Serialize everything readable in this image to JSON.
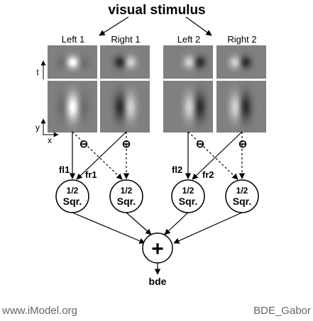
{
  "title": "visual stimulus",
  "columns": [
    {
      "label": "Left 1",
      "type": "even",
      "sign": 1,
      "shift": 0
    },
    {
      "label": "Right 1",
      "type": "odd",
      "sign": 1,
      "shift": 0
    },
    {
      "label": "Left 2",
      "type": "odd",
      "sign": -1,
      "shift": 0.25
    },
    {
      "label": "Right 2",
      "type": "odd",
      "sign": -1,
      "shift": -0.05
    }
  ],
  "axes": {
    "t": "t",
    "y": "y",
    "x": "x"
  },
  "inhibit_symbol": "⊖",
  "channels": {
    "fl1": "fl1",
    "fr1": "fr1",
    "fl2": "fl2",
    "fr2": "fr2"
  },
  "units": [
    {
      "line1": "1/2",
      "line2": "Sqr."
    },
    {
      "line1": "1/2",
      "line2": "Sqr."
    },
    {
      "line1": "1/2",
      "line2": "Sqr."
    },
    {
      "line1": "1/2",
      "line2": "Sqr."
    }
  ],
  "sum_symbol": "+",
  "output": "bde",
  "footer": {
    "left": "www.iModel.org",
    "right": "BDE_Gabor"
  },
  "colors": {
    "background": "#808080",
    "line": "#000000",
    "footer": "#666666"
  }
}
